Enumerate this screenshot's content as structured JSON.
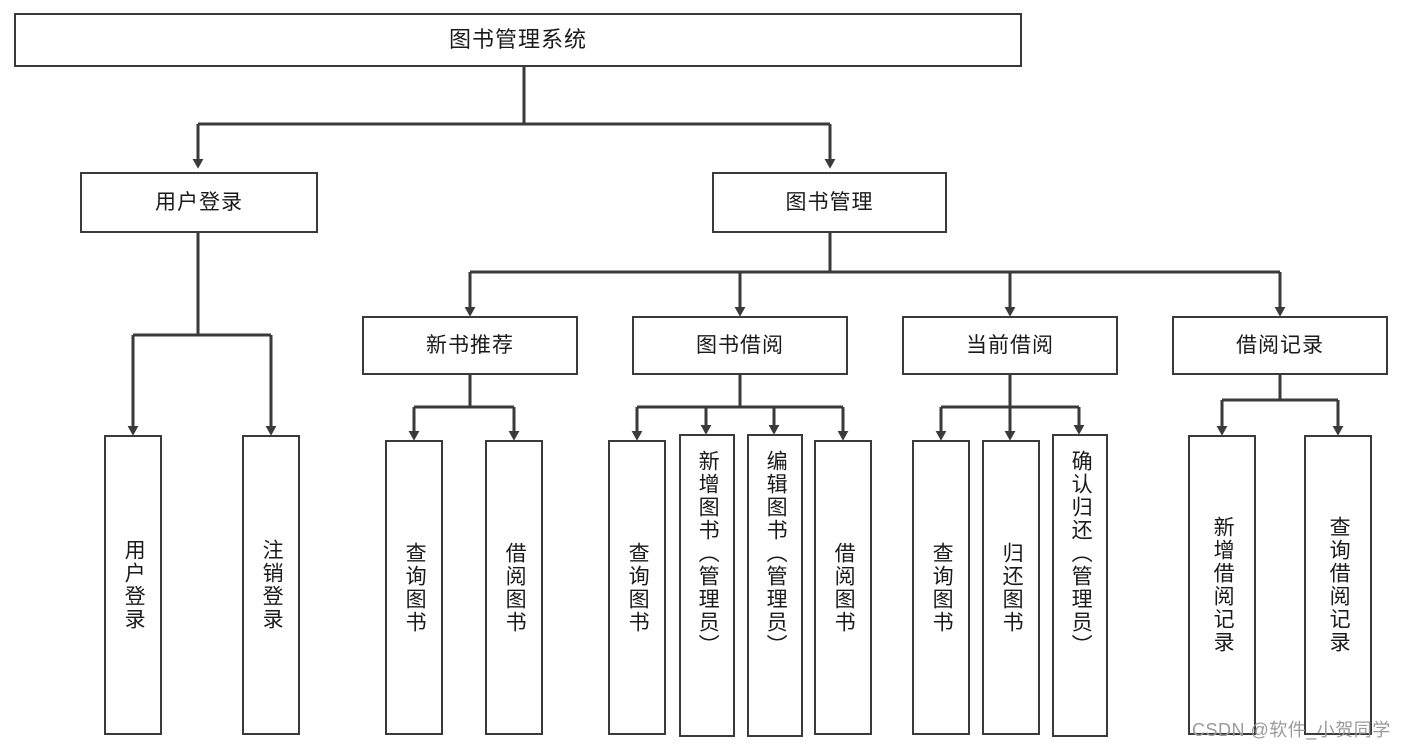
{
  "diagram": {
    "title": "图书管理系统",
    "type": "tree-hierarchy-diagram",
    "root": {
      "label": "图书管理系统"
    },
    "level2": [
      {
        "label": "用户登录"
      },
      {
        "label": "图书管理"
      }
    ],
    "level3": [
      {
        "label": "新书推荐"
      },
      {
        "label": "图书借阅"
      },
      {
        "label": "当前借阅"
      },
      {
        "label": "借阅记录"
      }
    ],
    "leaves": {
      "user_login": [
        {
          "label": "用户登录"
        },
        {
          "label": "注销登录"
        }
      ],
      "new_book_recommend": [
        {
          "label": "查询图书"
        },
        {
          "label": "借阅图书"
        }
      ],
      "book_borrow": [
        {
          "label": "查询图书"
        },
        {
          "label": "新增图书（管理员）"
        },
        {
          "label": "编辑图书（管理员）"
        },
        {
          "label": "借阅图书"
        }
      ],
      "current_borrow": [
        {
          "label": "查询图书"
        },
        {
          "label": "归还图书"
        },
        {
          "label": "确认归还（管理员）"
        }
      ],
      "borrow_record": [
        {
          "label": "新增借阅记录"
        },
        {
          "label": "查询借阅记录"
        }
      ]
    }
  },
  "watermark": {
    "text": "CSDN @软件_小贺同学"
  },
  "colors": {
    "stroke": "#3a3a3a",
    "background": "#ffffff",
    "text": "#1a1a1a",
    "watermark": "#9a9a9a"
  }
}
